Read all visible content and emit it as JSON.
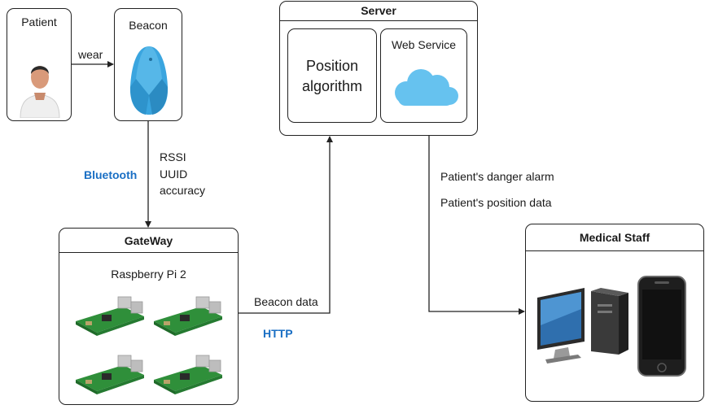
{
  "patient": {
    "title": "Patient"
  },
  "beacon": {
    "title": "Beacon"
  },
  "edge_wear": "wear",
  "edge_beacon_gateway": {
    "protocol": "Bluetooth",
    "fields": [
      "RSSI",
      "UUID",
      "accuracy"
    ]
  },
  "server": {
    "title": "Server",
    "position": "Position\nalgorithm",
    "web_service": "Web Service"
  },
  "gateway": {
    "title": "GateWay",
    "subtitle": "Raspberry Pi 2"
  },
  "edge_gateway_server": {
    "data": "Beacon data",
    "protocol": "HTTP"
  },
  "edge_server_staff": {
    "lines": [
      "Patient's danger alarm",
      "Patient's position data"
    ]
  },
  "medical_staff": {
    "title": "Medical Staff"
  },
  "colors": {
    "accent_blue": "#1a6fc4",
    "beacon": "#3aa5df",
    "cloud": "#66c2ef"
  },
  "icons": [
    "person-icon",
    "beacon-icon",
    "cloud-icon",
    "raspberry-pi-icon",
    "desktop-computer-icon",
    "smartphone-icon"
  ]
}
